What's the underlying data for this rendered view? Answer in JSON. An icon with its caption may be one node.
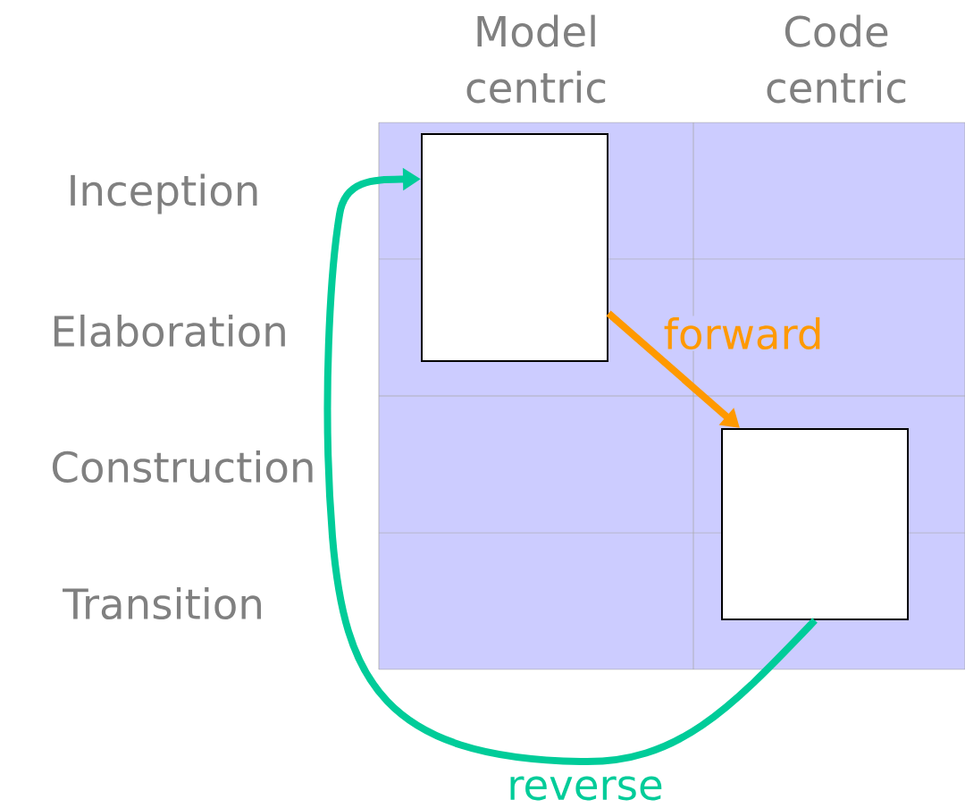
{
  "diagram": {
    "nodes": [
      {
        "text": [],
        "shape": "box"
      },
      {
        "text": [],
        "shape": "box"
      }
    ],
    "edges": [
      {
        "from": 0,
        "to": 1,
        "arrow": "to",
        "label": "forward",
        "color": "#ff9900"
      },
      {
        "from": 1,
        "to": 0,
        "arrow": "to",
        "label": "reverse",
        "color": "#00cc99"
      }
    ],
    "labels": [
      "Model centric",
      "Code centric",
      "Inception",
      "Elaboration",
      "Construction",
      "Transition"
    ]
  }
}
